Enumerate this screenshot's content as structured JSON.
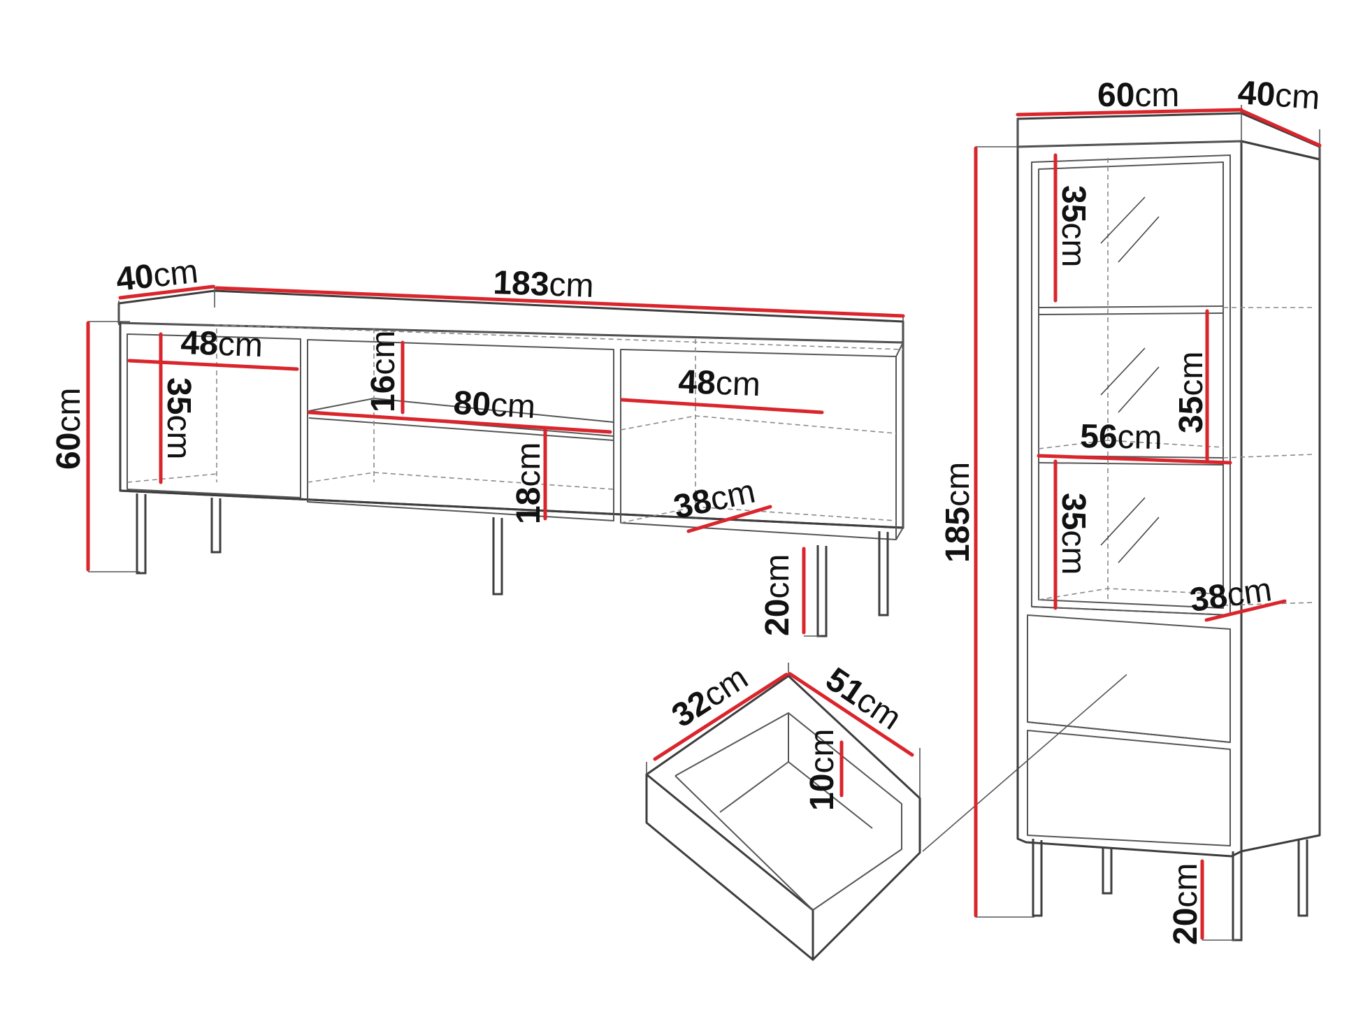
{
  "colors": {
    "dimension_line": "#d9252b",
    "outline": "#3d3d3d",
    "label": "#111111"
  },
  "tv_cabinet": {
    "depth": "40",
    "depth_unit": "cm",
    "width": "183",
    "width_unit": "cm",
    "height": "60",
    "height_unit": "cm",
    "left_niche_width": "48",
    "left_niche_width_unit": "cm",
    "left_niche_height": "35",
    "left_niche_height_unit": "cm",
    "middle_top_height": "16",
    "middle_top_height_unit": "cm",
    "middle_width": "80",
    "middle_width_unit": "cm",
    "middle_bottom_height": "18",
    "middle_bottom_height_unit": "cm",
    "right_niche_width": "48",
    "right_niche_width_unit": "cm",
    "right_niche_depth": "38",
    "right_niche_depth_unit": "cm",
    "leg_height": "20",
    "leg_height_unit": "cm"
  },
  "drawer": {
    "width": "32",
    "width_unit": "cm",
    "depth": "51",
    "depth_unit": "cm",
    "height": "10",
    "height_unit": "cm"
  },
  "display_cabinet": {
    "width": "60",
    "width_unit": "cm",
    "depth": "40",
    "depth_unit": "cm",
    "height": "185",
    "height_unit": "cm",
    "shelf1_height": "35",
    "shelf1_height_unit": "cm",
    "shelf2_height": "35",
    "shelf2_height_unit": "cm",
    "shelf3_height": "35",
    "shelf3_height_unit": "cm",
    "shelf_width": "56",
    "shelf_width_unit": "cm",
    "shelf_depth": "38",
    "shelf_depth_unit": "cm",
    "leg_height": "20",
    "leg_height_unit": "cm"
  }
}
